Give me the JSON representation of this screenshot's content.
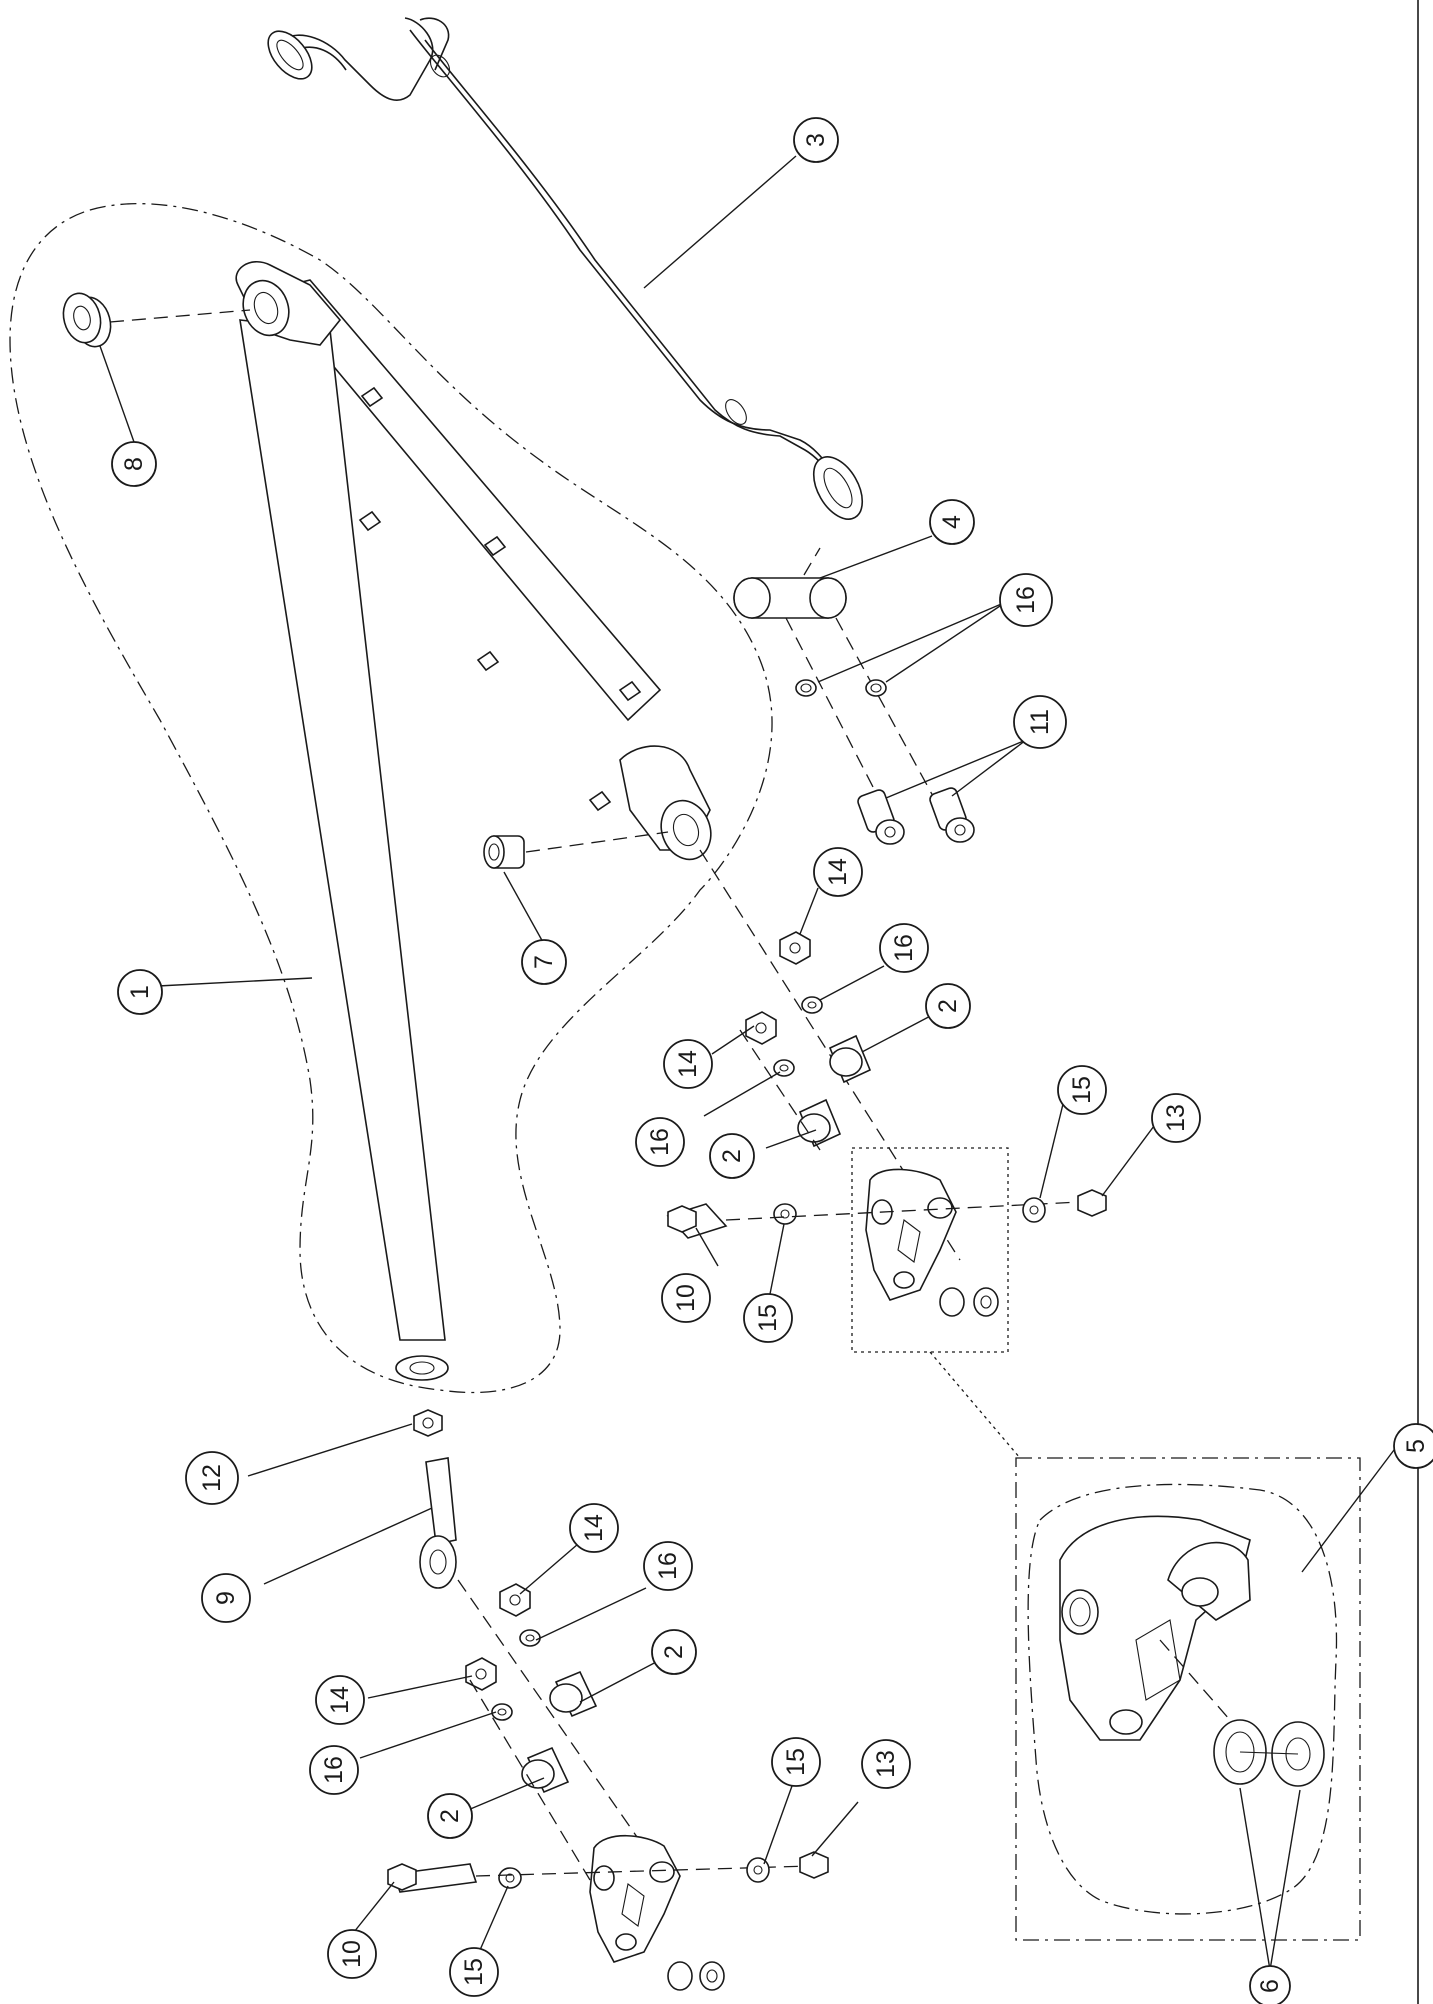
{
  "diagram": {
    "type": "exploded-assembly-drawing",
    "orientation_deg": -90
  },
  "balloons": [
    {
      "id": "b3",
      "label": "3"
    },
    {
      "id": "b8",
      "label": "8"
    },
    {
      "id": "b4",
      "label": "4"
    },
    {
      "id": "b16a",
      "label": "16"
    },
    {
      "id": "b11",
      "label": "11"
    },
    {
      "id": "b7",
      "label": "7"
    },
    {
      "id": "b1",
      "label": "1"
    },
    {
      "id": "b14a",
      "label": "14"
    },
    {
      "id": "b16b",
      "label": "16"
    },
    {
      "id": "b2a",
      "label": "2"
    },
    {
      "id": "b14b",
      "label": "14"
    },
    {
      "id": "b16c",
      "label": "16"
    },
    {
      "id": "b2b",
      "label": "2"
    },
    {
      "id": "b15a",
      "label": "15"
    },
    {
      "id": "b13a",
      "label": "13"
    },
    {
      "id": "b10a",
      "label": "10"
    },
    {
      "id": "b15b",
      "label": "15"
    },
    {
      "id": "b5",
      "label": "5"
    },
    {
      "id": "b12",
      "label": "12"
    },
    {
      "id": "b9",
      "label": "9"
    },
    {
      "id": "b14c",
      "label": "14"
    },
    {
      "id": "b16d",
      "label": "16"
    },
    {
      "id": "b2c",
      "label": "2"
    },
    {
      "id": "b14d",
      "label": "14"
    },
    {
      "id": "b16e",
      "label": "16"
    },
    {
      "id": "b2d",
      "label": "2"
    },
    {
      "id": "b15c",
      "label": "15"
    },
    {
      "id": "b13b",
      "label": "13"
    },
    {
      "id": "b10b",
      "label": "10"
    },
    {
      "id": "b15d",
      "label": "15"
    },
    {
      "id": "b6",
      "label": "6"
    }
  ]
}
